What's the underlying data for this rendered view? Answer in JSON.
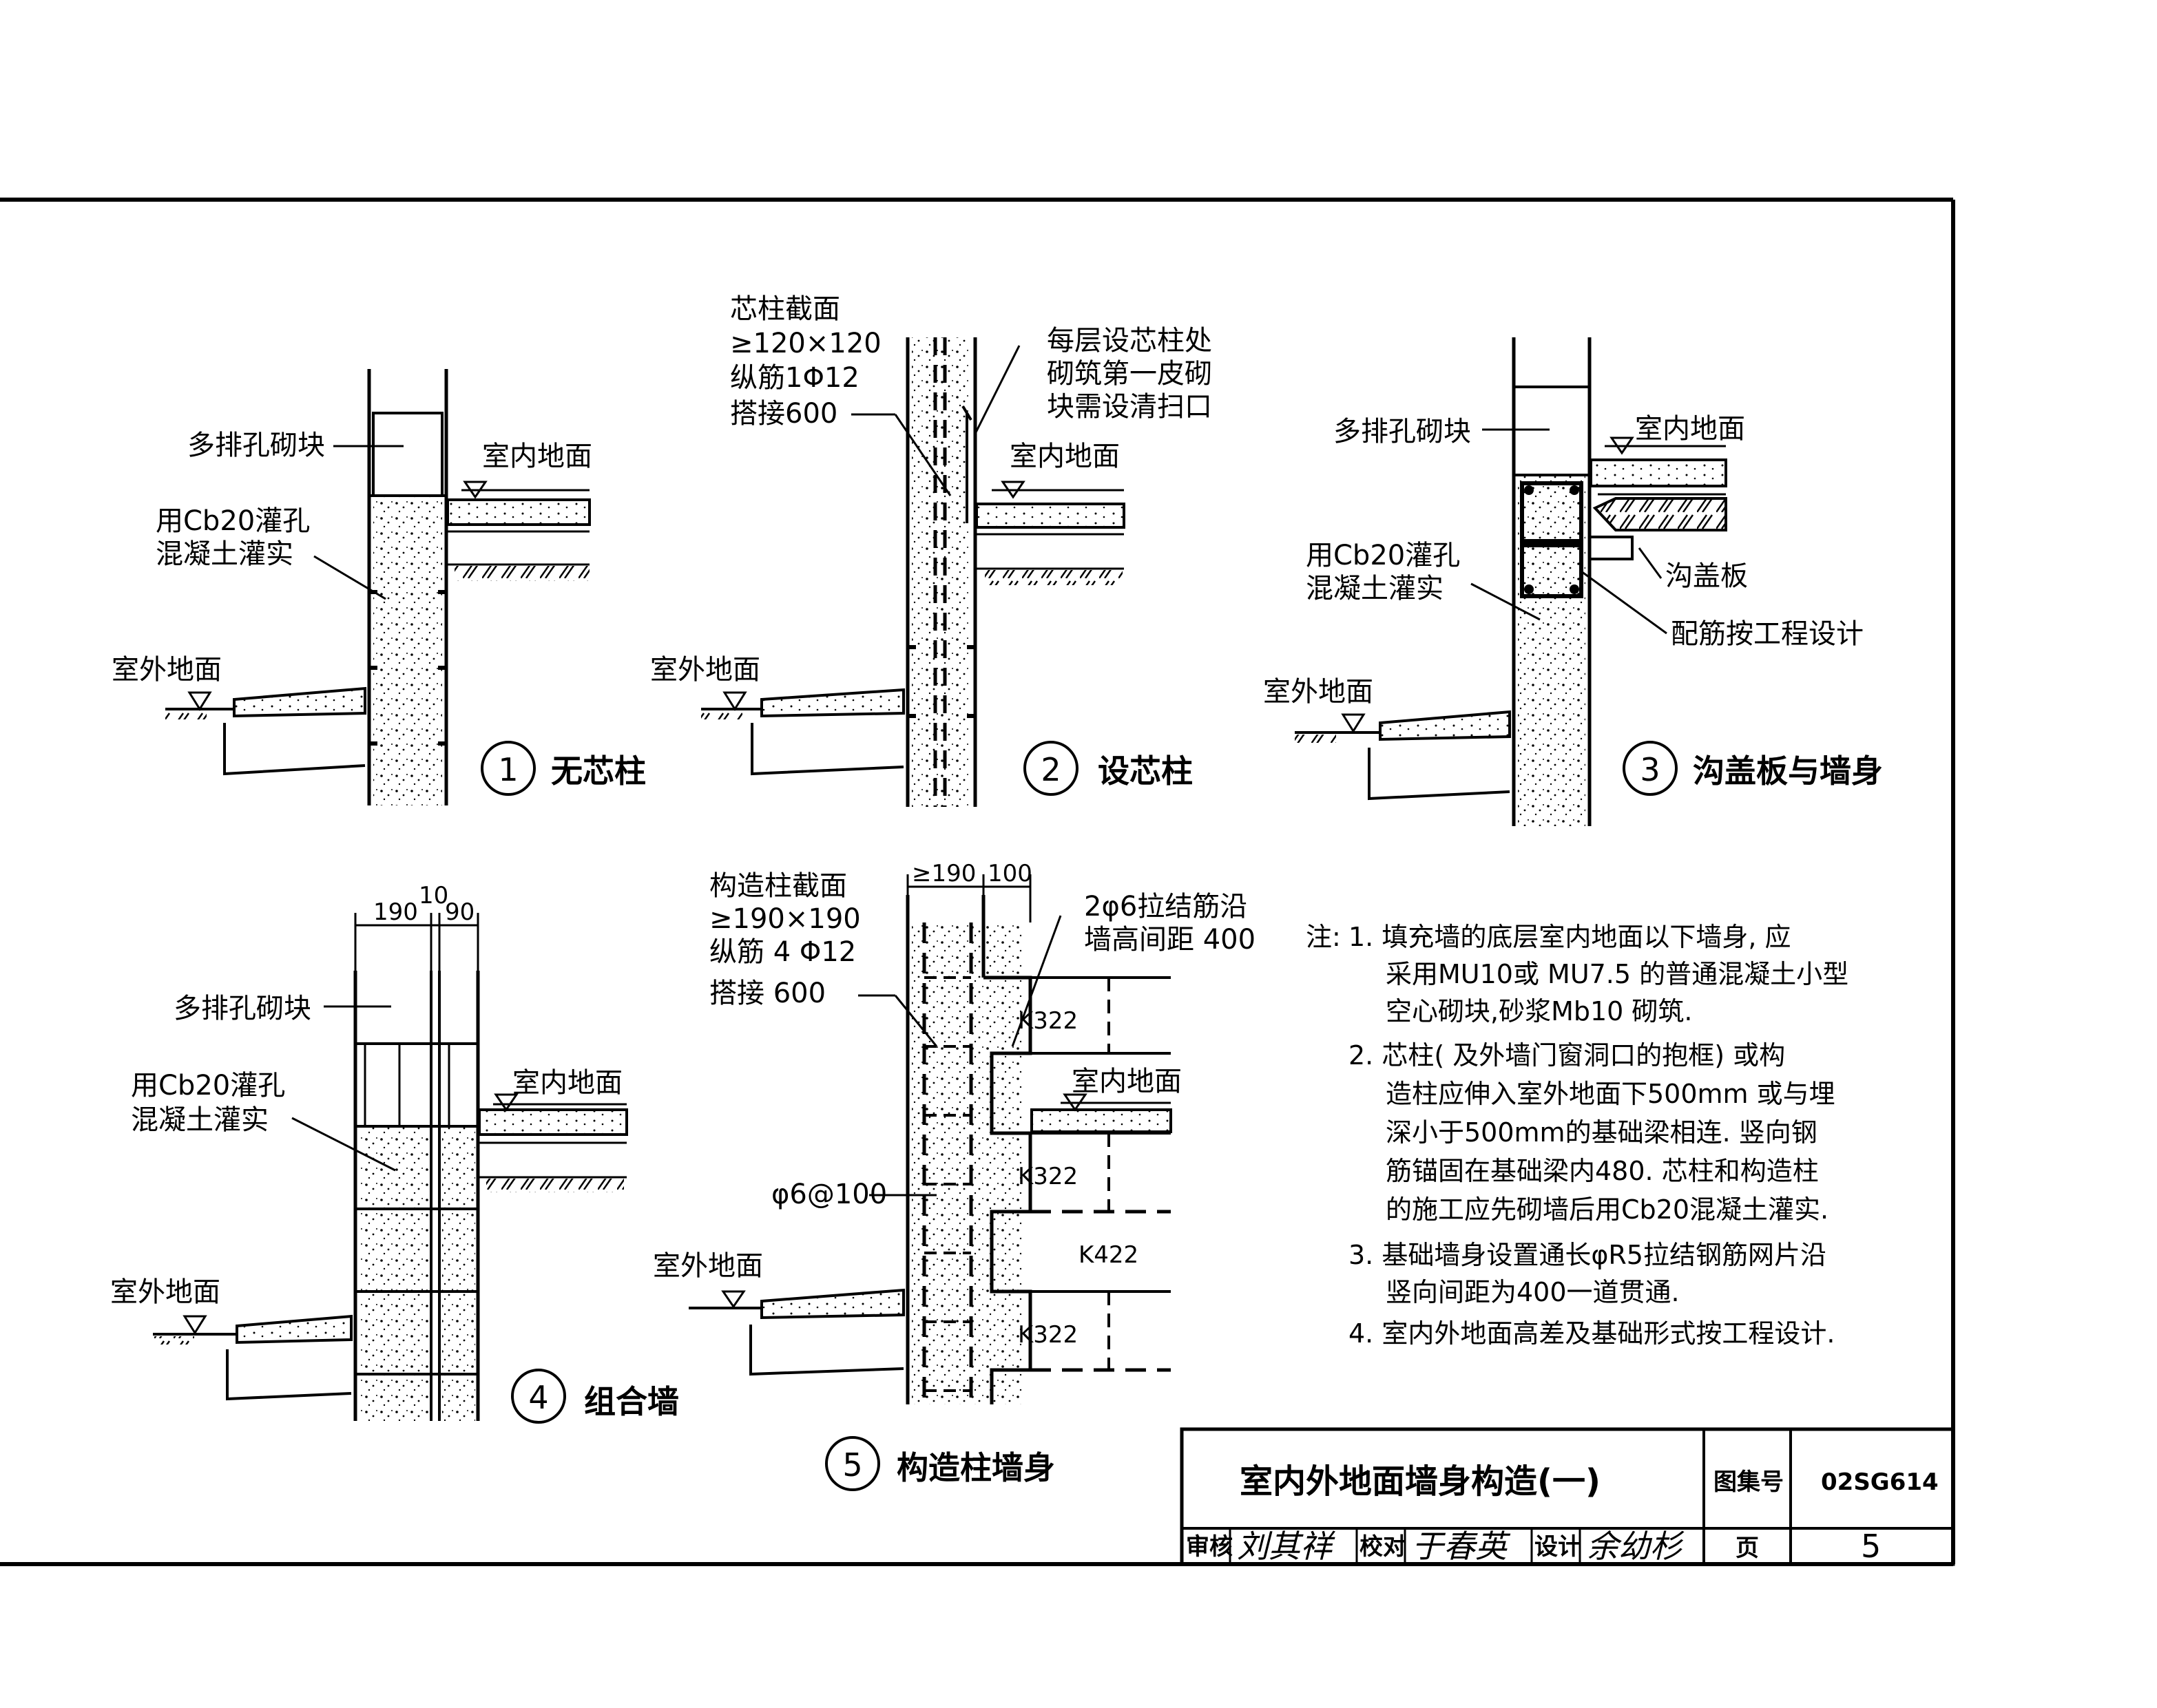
{
  "labels": {
    "porous_block": "多排孔砌块",
    "indoor_floor": "室内地面",
    "outdoor_ground": "室外地面",
    "grout_line1": "用Cb20灌孔",
    "grout_line2": "混凝土灌实",
    "core_sec1": "芯柱截面",
    "core_sec2": "≥120×120",
    "core_sec3": "纵筋1Φ12",
    "core_sec4": "搭接600",
    "core_note1": "每层设芯柱处",
    "core_note2": "砌筑第一皮砌",
    "core_note3": "块需设清扫口",
    "trench_cover": "沟盖板",
    "reinforce": "配筋按工程设计",
    "col_sec1": "构造柱截面",
    "col_sec2": "≥190×190",
    "col_sec3": "纵筋 4 Φ12",
    "col_sec4": "搭接 600",
    "tie_bar1": "2φ6拉结筋沿",
    "tie_bar2": "墙高间距 400",
    "stirrup": "φ6@100",
    "k322": "K322",
    "k422": "K422",
    "dim_190": "190",
    "dim_10": "10",
    "dim_90": "90",
    "dim_ge190": "≥190",
    "dim_100": "100"
  },
  "details": [
    {
      "num": "1",
      "title": "无芯柱"
    },
    {
      "num": "2",
      "title": "设芯柱"
    },
    {
      "num": "3",
      "title": "沟盖板与墙身"
    },
    {
      "num": "4",
      "title": "组合墙"
    },
    {
      "num": "5",
      "title": "构造柱墙身"
    }
  ],
  "notes": {
    "head": "注:",
    "n1_l1": "1. 填充墙的底层室内地面以下墙身, 应",
    "n1_l2": "采用MU10或 MU7.5 的普通混凝土小型",
    "n1_l3": "空心砌块,砂浆Mb10 砌筑.",
    "n2_l1": "2. 芯柱( 及外墙门窗洞口的抱框) 或构",
    "n2_l2": "造柱应伸入室外地面下500mm 或与埋",
    "n2_l3": "深小于500mm的基础梁相连. 竖向钢",
    "n2_l4": "筋锚固在基础梁内480. 芯柱和构造柱",
    "n2_l5": "的施工应先砌墙后用Cb20混凝土灌实.",
    "n3_l1": "3. 基础墙身设置通长φR5拉结钢筋网片沿",
    "n3_l2": "竖向间距为400一道贯通.",
    "n4_l1": "4. 室内外地面高差及基础形式按工程设计."
  },
  "title_block": {
    "title": "室内外地面墙身构造(一)",
    "atlas_label": "图集号",
    "atlas_no": "02SG614",
    "page_label": "页",
    "page_no": "5",
    "review": "审核",
    "review_sig": "刘其祥",
    "check": "校对",
    "check_sig": "于春英",
    "design": "设计",
    "design_sig": "余幼杉"
  }
}
